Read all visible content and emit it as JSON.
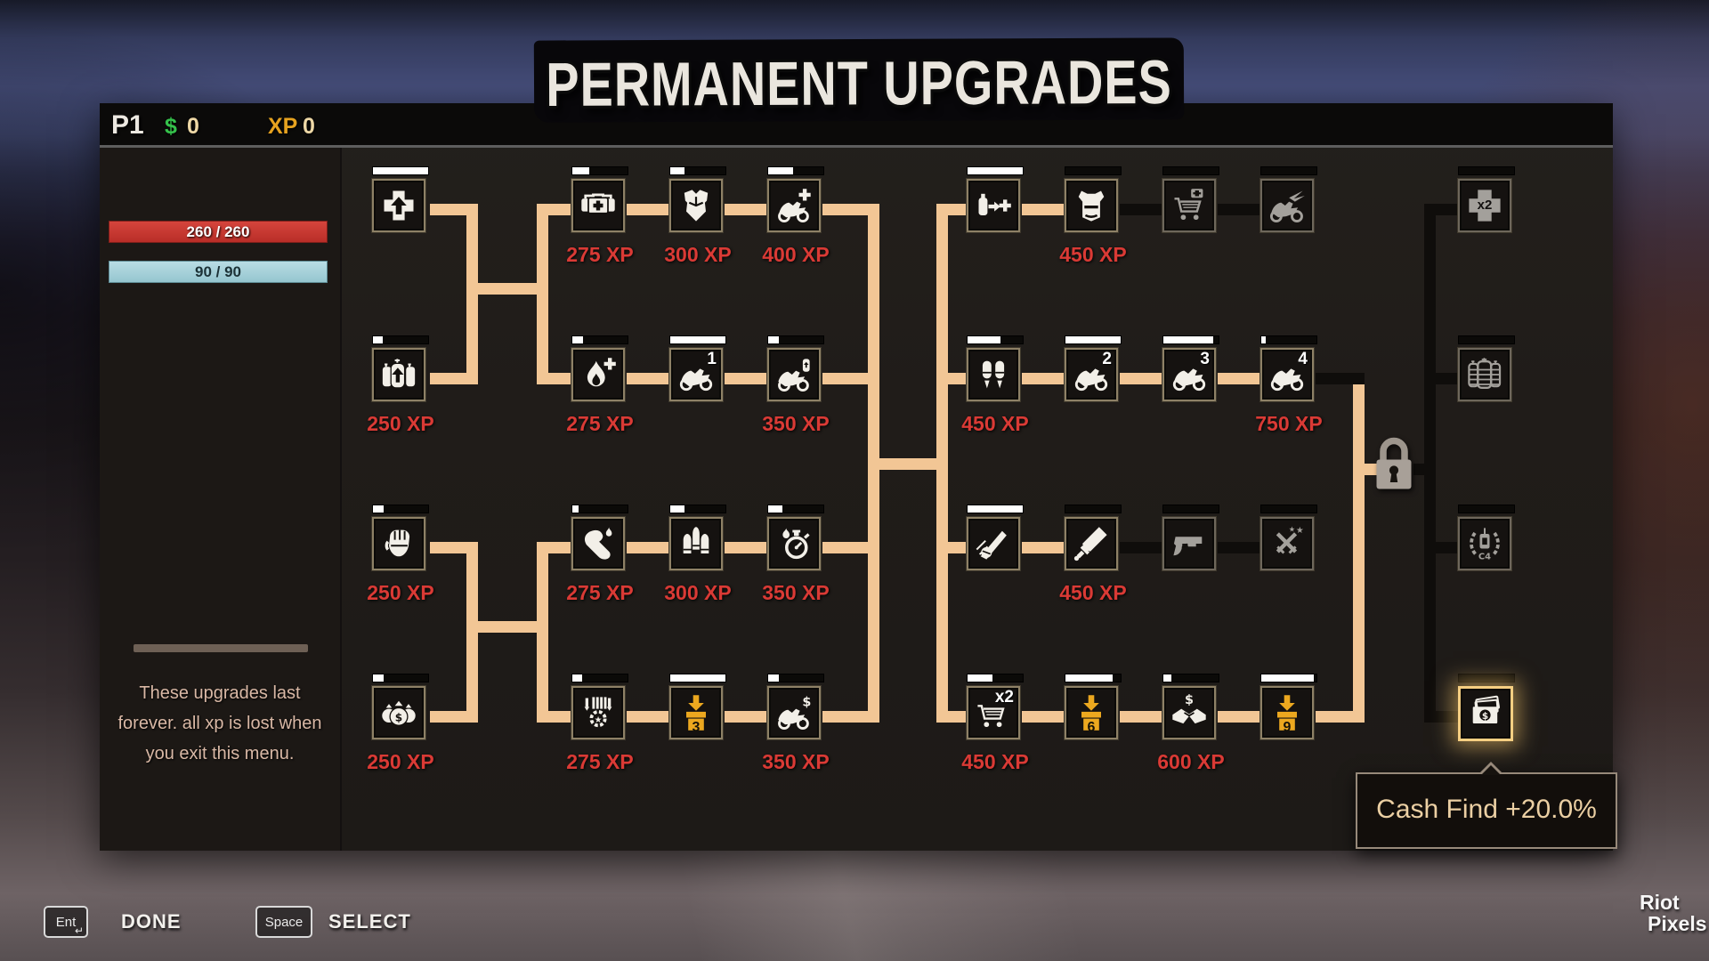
{
  "title": "PERMANENT UPGRADES",
  "player": {
    "id": "P1",
    "cash_label": "$",
    "cash_value": "0",
    "xp_label": "XP",
    "xp_value": "0"
  },
  "status_bars": {
    "health": "260 / 260",
    "armor": "90 / 90"
  },
  "sidebar": {
    "note": "These upgrades last forever. all xp is lost when you exit this menu."
  },
  "tooltip": {
    "text": "Cash Find +20.0%"
  },
  "footer": {
    "done": {
      "key": "Ent",
      "key_symbol": "↵",
      "label": "DONE"
    },
    "select": {
      "key": "Space",
      "label": "SELECT"
    }
  },
  "watermark": {
    "line1": "Riot",
    "line2": "Pixels"
  },
  "colors": {
    "line_active": "#f2c695",
    "line_locked": "#0f0d0b",
    "xp_text": "#da3a35",
    "crate": "#eca81f",
    "glow": "#f6cf82",
    "health_bar": "#c8372f",
    "armor_bar": "#a9d6de"
  },
  "tree": {
    "nodes": [
      {
        "name": "health-capacity",
        "icon": "cross-up-arrow",
        "cost": "",
        "badge": "",
        "progress": 1,
        "state": "owned"
      },
      {
        "name": "medkit-supply",
        "icon": "medkits",
        "cost": "275 XP",
        "badge": "",
        "progress": 0.3,
        "state": "available"
      },
      {
        "name": "body-armor",
        "icon": "chest-armor",
        "cost": "300 XP",
        "badge": "",
        "progress": 0.25,
        "state": "available"
      },
      {
        "name": "bike-health",
        "icon": "bike-cross",
        "cost": "400 XP",
        "badge": "",
        "progress": 0.45,
        "state": "available"
      },
      {
        "name": "canister-to-health",
        "icon": "canister-arrow-cross",
        "cost": "",
        "badge": "",
        "progress": 1,
        "state": "owned"
      },
      {
        "name": "armor-vest",
        "icon": "vest",
        "cost": "450 XP",
        "badge": "",
        "progress": 0,
        "state": "available"
      },
      {
        "name": "shop-medkit",
        "icon": "cart-medkit",
        "cost": "",
        "badge": "",
        "progress": 0,
        "state": "locked"
      },
      {
        "name": "winged-bike",
        "icon": "bike-wings",
        "cost": "",
        "badge": "",
        "progress": 0,
        "state": "locked"
      },
      {
        "name": "health-x2",
        "icon": "cross-x2",
        "cost": "",
        "badge": "x2",
        "progress": 0,
        "state": "locked"
      },
      {
        "name": "gas-canisters",
        "icon": "tanks-up-arrow",
        "cost": "250 XP",
        "badge": "",
        "progress": 0.18,
        "state": "available"
      },
      {
        "name": "fire-upgrade",
        "icon": "flame-plus",
        "cost": "275 XP",
        "badge": "",
        "progress": 0.2,
        "state": "available"
      },
      {
        "name": "bike-level-1",
        "icon": "bike",
        "cost": "",
        "badge": "1",
        "progress": 1,
        "state": "owned"
      },
      {
        "name": "bike-canister",
        "icon": "bike-canister",
        "cost": "350 XP",
        "badge": "",
        "progress": 0.2,
        "state": "available"
      },
      {
        "name": "jetpack",
        "icon": "jetpack",
        "cost": "450 XP",
        "badge": "",
        "progress": 0.6,
        "state": "available"
      },
      {
        "name": "bike-level-2",
        "icon": "bike",
        "cost": "",
        "badge": "2",
        "progress": 1,
        "state": "owned"
      },
      {
        "name": "bike-level-3",
        "icon": "bike",
        "cost": "",
        "badge": "3",
        "progress": 0.9,
        "state": "owned"
      },
      {
        "name": "bike-level-4",
        "icon": "bike",
        "cost": "750 XP",
        "badge": "4",
        "progress": 0.08,
        "state": "available"
      },
      {
        "name": "canister-stack",
        "icon": "tank-stack",
        "cost": "",
        "badge": "",
        "progress": 0,
        "state": "locked"
      },
      {
        "name": "fist-power",
        "icon": "fist",
        "cost": "250 XP",
        "badge": "",
        "progress": 0.2,
        "state": "available"
      },
      {
        "name": "strength",
        "icon": "arm-flame",
        "cost": "275 XP",
        "badge": "",
        "progress": 0.12,
        "state": "available"
      },
      {
        "name": "ammo-supply",
        "icon": "bullets",
        "cost": "300 XP",
        "badge": "",
        "progress": 0.25,
        "state": "available"
      },
      {
        "name": "burn-timer",
        "icon": "stopwatch-flame",
        "cost": "350 XP",
        "badge": "",
        "progress": 0.25,
        "state": "available"
      },
      {
        "name": "melee-weapon",
        "icon": "hand-bat",
        "cost": "",
        "badge": "",
        "progress": 1,
        "state": "owned"
      },
      {
        "name": "sword",
        "icon": "sword",
        "cost": "450 XP",
        "badge": "",
        "progress": 0,
        "state": "available"
      },
      {
        "name": "pistol",
        "icon": "pistol",
        "cost": "",
        "badge": "",
        "progress": 0,
        "state": "locked"
      },
      {
        "name": "weapon-mastery",
        "icon": "crossed-swords-stars",
        "cost": "",
        "badge": "",
        "progress": 0,
        "state": "locked"
      },
      {
        "name": "c4-unlock",
        "icon": "c4-laurel",
        "cost": "",
        "badge": "",
        "progress": 0,
        "state": "locked"
      },
      {
        "name": "cash-bonus",
        "icon": "money-bags",
        "cost": "250 XP",
        "badge": "",
        "progress": 0.2,
        "state": "available"
      },
      {
        "name": "medals",
        "icon": "medals-gear",
        "cost": "275 XP",
        "badge": "",
        "progress": 0.18,
        "state": "available"
      },
      {
        "name": "crate-drop-3",
        "icon": "crate-drop",
        "cost": "",
        "badge": "3",
        "progress": 1,
        "state": "owned"
      },
      {
        "name": "bike-cash",
        "icon": "bike-dollar",
        "cost": "350 XP",
        "badge": "",
        "progress": 0.2,
        "state": "available"
      },
      {
        "name": "shop-x2",
        "icon": "cart-x2",
        "cost": "450 XP",
        "badge": "x2",
        "progress": 0.45,
        "state": "available"
      },
      {
        "name": "crate-drop-6",
        "icon": "crate-drop",
        "cost": "",
        "badge": "6",
        "progress": 0.85,
        "state": "owned"
      },
      {
        "name": "cash-handshake",
        "icon": "handshake-dollar",
        "cost": "600 XP",
        "badge": "",
        "progress": 0.15,
        "state": "available"
      },
      {
        "name": "crate-drop-9",
        "icon": "crate-drop",
        "cost": "",
        "badge": "9",
        "progress": 0.95,
        "state": "owned"
      },
      {
        "name": "cash-find",
        "icon": "wallet-dollar",
        "cost": "",
        "badge": "",
        "progress": 0,
        "state": "selected"
      }
    ]
  }
}
